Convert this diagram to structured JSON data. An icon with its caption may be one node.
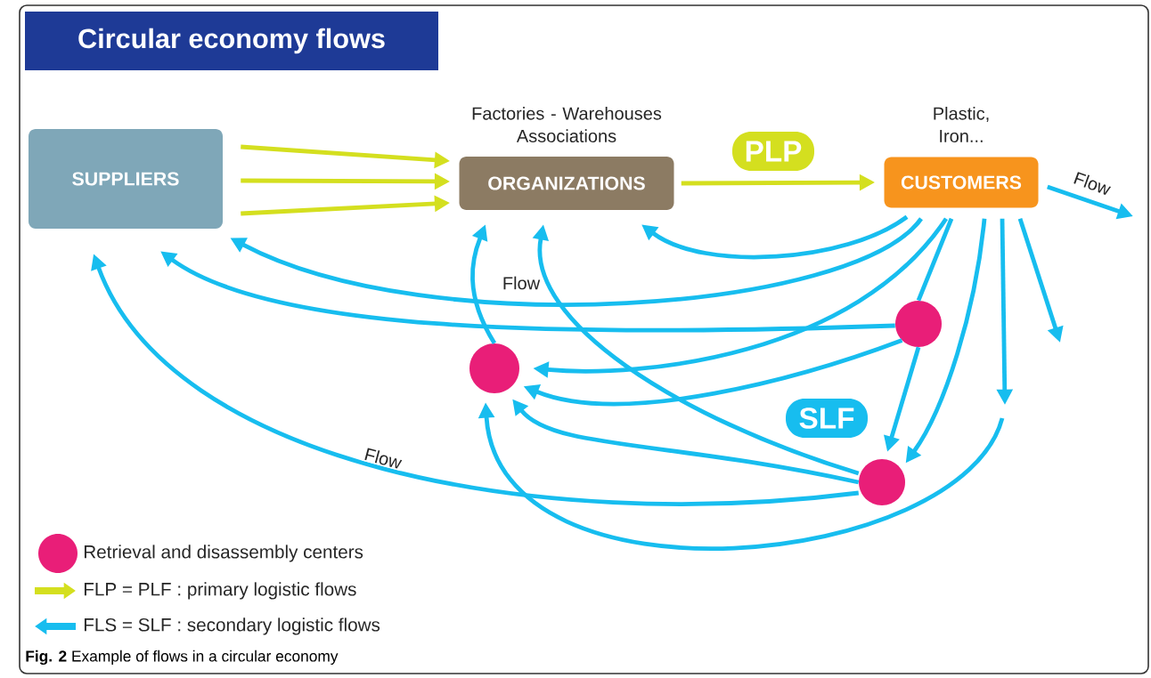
{
  "diagram": {
    "title": "Circular economy flows",
    "caption": "**Fig. 2** Example of flows in a circular economy",
    "nodes": [
      {
        "text": [
          "SUPPLIERS"
        ]
      },
      {
        "text": [
          "ORGANIZATIONS"
        ],
        "beside": [
          "Factories - Warehouses Associations"
        ]
      },
      {
        "text": [
          "CUSTOMERS"
        ],
        "beside": [
          "Plastic, Iron..."
        ]
      },
      {
        "text": [],
        "shape": "circle"
      },
      {
        "text": [],
        "shape": "circle"
      },
      {
        "text": [],
        "shape": "circle"
      },
      {
        "text": [
          "PLP"
        ]
      },
      {
        "text": [
          "SLF"
        ]
      }
    ],
    "edges": [
      {
        "from": 0,
        "to": 1,
        "arrow": "to",
        "color": "#d4df1f"
      },
      {
        "from": 0,
        "to": 1,
        "arrow": "to",
        "color": "#d4df1f"
      },
      {
        "from": 0,
        "to": 1,
        "arrow": "to",
        "color": "#d4df1f"
      },
      {
        "from": 1,
        "to": 2,
        "arrow": "to",
        "color": "#d4df1f"
      },
      {
        "from": 2,
        "to": null,
        "arrow": "to",
        "label": "Flow"
      },
      {
        "from": 2,
        "to": 1,
        "arrow": "to"
      },
      {
        "from": 2,
        "to": 0,
        "arrow": "to",
        "label": "Flow"
      },
      {
        "from": 4,
        "to": 0,
        "arrow": "to"
      },
      {
        "from": 2,
        "to": 3,
        "arrow": "to"
      },
      {
        "from": 2,
        "to": 4,
        "arrow": "none"
      },
      {
        "from": 4,
        "to": 5,
        "arrow": "to"
      },
      {
        "from": 4,
        "to": 3,
        "arrow": "to"
      },
      {
        "from": 2,
        "to": 5,
        "arrow": "to"
      },
      {
        "from": 2,
        "to": null,
        "arrow": "to"
      },
      {
        "from": null,
        "to": 3,
        "arrow": "to"
      },
      {
        "from": 2,
        "to": null,
        "arrow": "to"
      },
      {
        "from": 5,
        "to": 1,
        "arrow": "to"
      },
      {
        "from": 5,
        "to": 3,
        "arrow": "to"
      },
      {
        "from": 5,
        "to": 0,
        "arrow": "to",
        "label": "Flow"
      },
      {
        "from": 3,
        "to": 1,
        "arrow": "to"
      }
    ],
    "legend": [
      {
        "text": "Retrieval and disassembly centers"
      },
      {
        "text": "FLP = PLF : primary logistic flows"
      },
      {
        "text": "FLS = SLF : secondary logistic flows"
      }
    ]
  }
}
